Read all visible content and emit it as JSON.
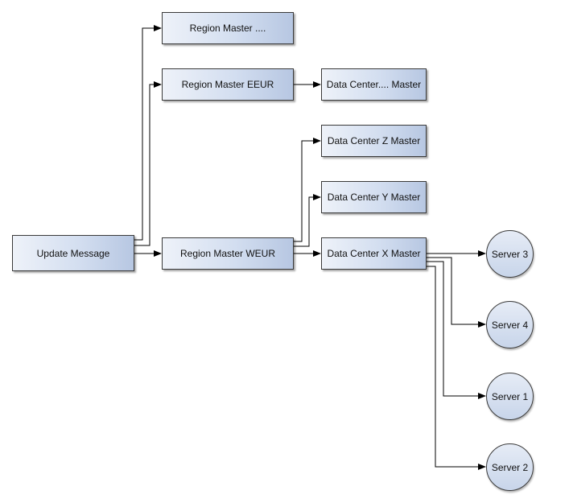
{
  "nodes": {
    "update_message": "Update Message",
    "region_master_dots": "Region Master ....",
    "region_master_eeur": "Region Master EEUR",
    "region_master_weur": "Region Master WEUR",
    "dc_dots_master": "Data Center.... Master",
    "dc_z_master": "Data Center Z Master",
    "dc_y_master": "Data Center Y Master",
    "dc_x_master": "Data Center X Master",
    "server_3": "Server 3",
    "server_4": "Server 4",
    "server_1": "Server 1",
    "server_2": "Server 2"
  },
  "edges": [
    [
      "update_message",
      "region_master_dots"
    ],
    [
      "update_message",
      "region_master_eeur"
    ],
    [
      "update_message",
      "region_master_weur"
    ],
    [
      "region_master_eeur",
      "dc_dots_master"
    ],
    [
      "region_master_weur",
      "dc_z_master"
    ],
    [
      "region_master_weur",
      "dc_y_master"
    ],
    [
      "region_master_weur",
      "dc_x_master"
    ],
    [
      "dc_x_master",
      "server_3"
    ],
    [
      "dc_x_master",
      "server_4"
    ],
    [
      "dc_x_master",
      "server_1"
    ],
    [
      "dc_x_master",
      "server_2"
    ]
  ]
}
